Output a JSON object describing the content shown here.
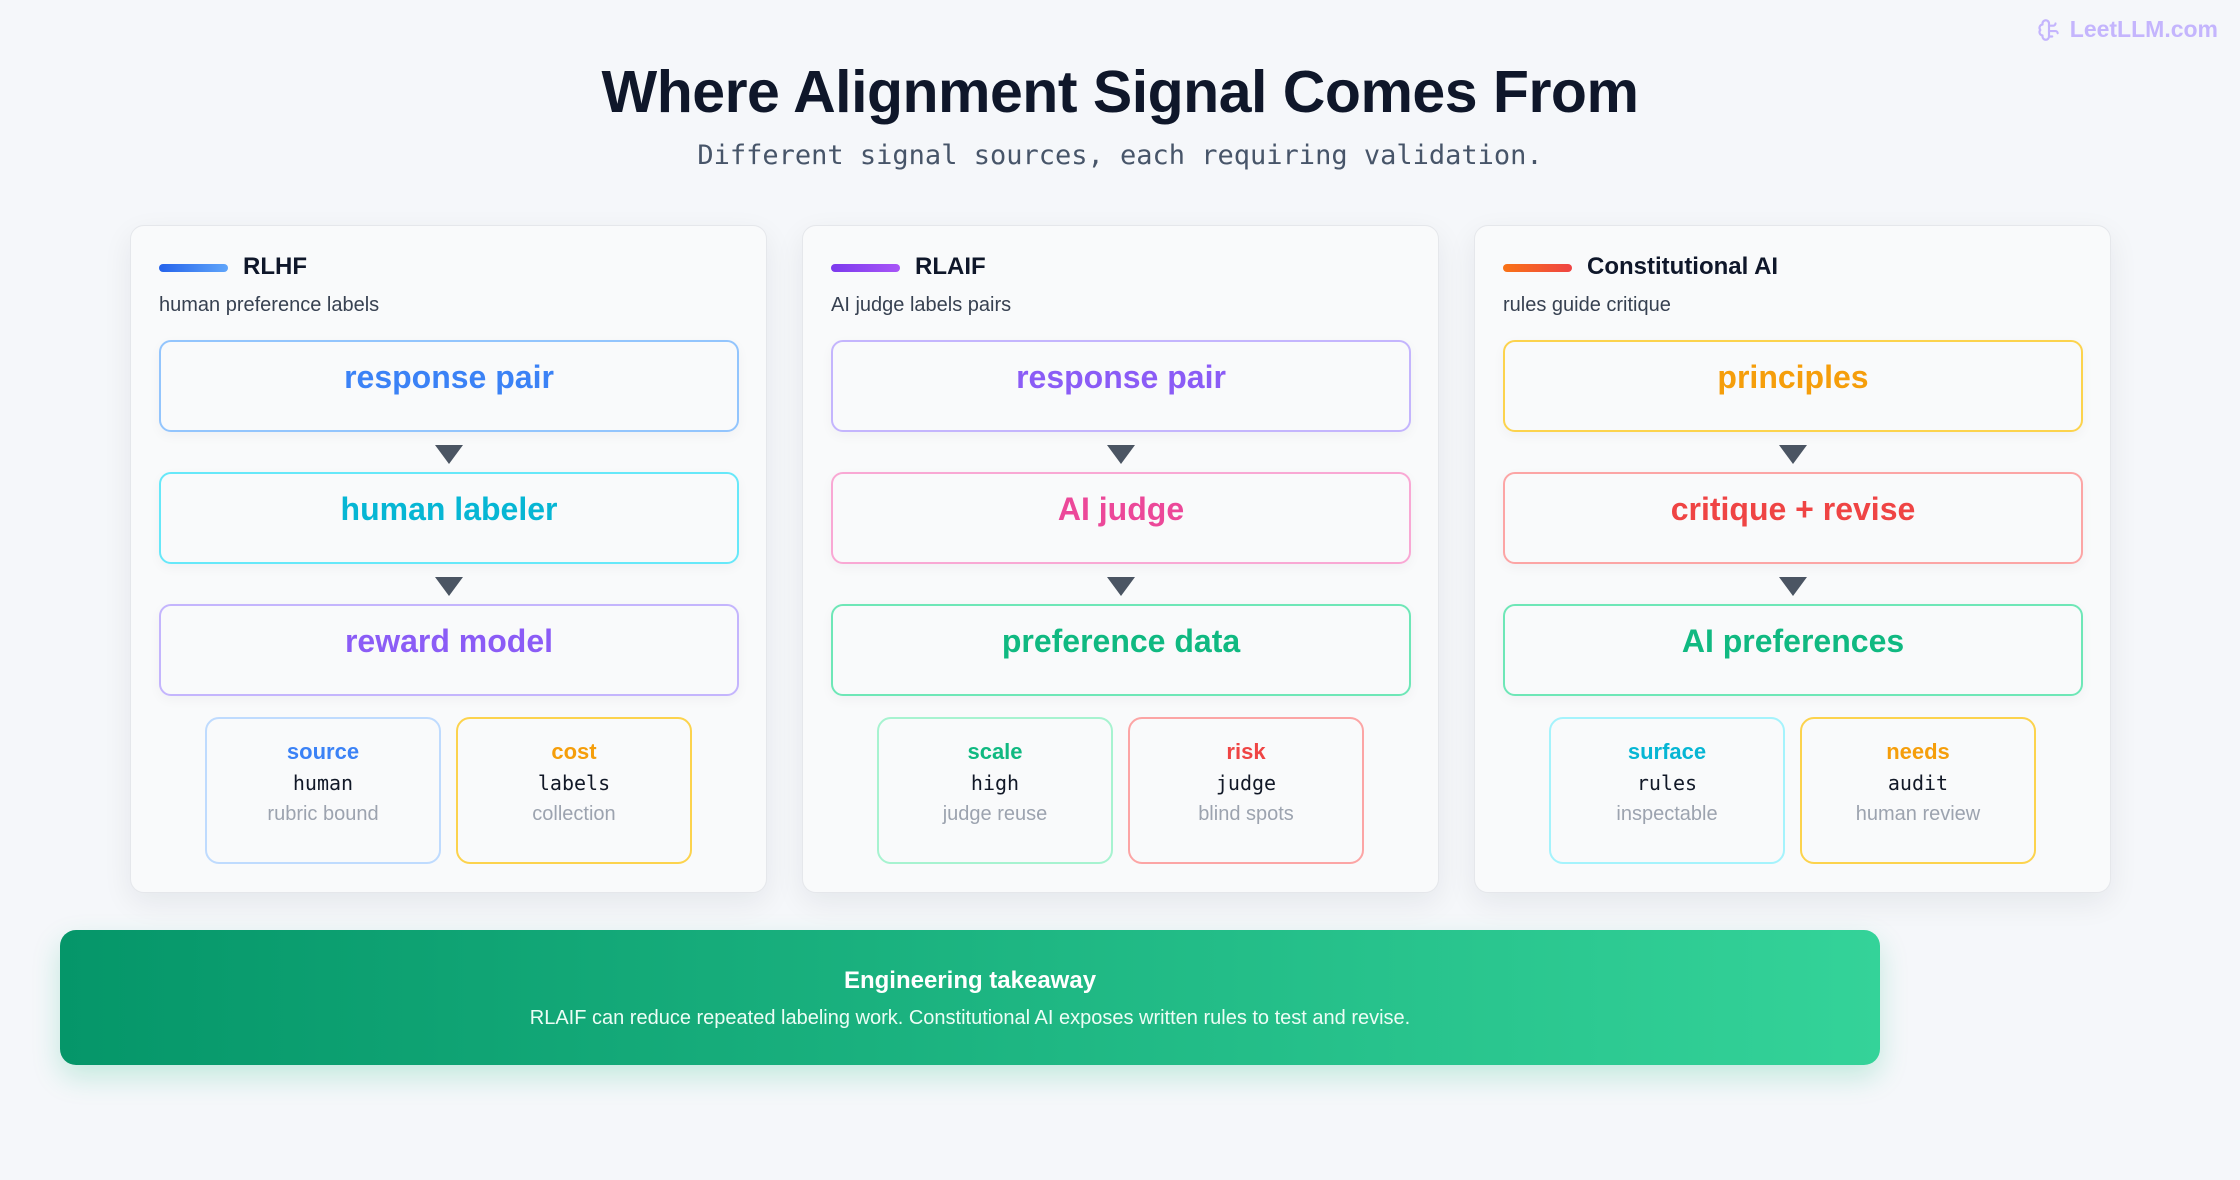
{
  "brand": {
    "text": "LeetLLM.com",
    "icon": "brain-icon",
    "color": "#c4b5fd"
  },
  "title": "Where Alignment Signal Comes From",
  "subtitle": "Different signal sources, each requiring validation.",
  "panels": [
    {
      "title": "RLHF",
      "subtitle": "human preference labels",
      "accent": [
        "#2563eb",
        "#60a5fa"
      ],
      "steps": [
        {
          "label": "response pair",
          "color": "#3b82f6",
          "border": "#93c5fd"
        },
        {
          "label": "human labeler",
          "color": "#06b6d4",
          "border": "#67e8f9"
        },
        {
          "label": "reward model",
          "color": "#8b5cf6",
          "border": "#c4b5fd"
        }
      ],
      "chips": [
        {
          "label": "source",
          "value": "human",
          "note": "rubric bound",
          "color": "#3b82f6",
          "border": "#bfdbfe"
        },
        {
          "label": "cost",
          "value": "labels",
          "note": "collection",
          "color": "#f59e0b",
          "border": "#fcd34d"
        }
      ]
    },
    {
      "title": "RLAIF",
      "subtitle": "AI judge labels pairs",
      "accent": [
        "#7c3aed",
        "#a855f7"
      ],
      "steps": [
        {
          "label": "response pair",
          "color": "#8b5cf6",
          "border": "#c4b5fd"
        },
        {
          "label": "AI judge",
          "color": "#ec4899",
          "border": "#f9a8d4"
        },
        {
          "label": "preference data",
          "color": "#10b981",
          "border": "#6ee7b7"
        }
      ],
      "chips": [
        {
          "label": "scale",
          "value": "high",
          "note": "judge reuse",
          "color": "#10b981",
          "border": "#a7f3d0"
        },
        {
          "label": "risk",
          "value": "judge",
          "note": "blind spots",
          "color": "#ef4444",
          "border": "#fca5a5"
        }
      ]
    },
    {
      "title": "Constitutional AI",
      "subtitle": "rules guide critique",
      "accent": [
        "#f97316",
        "#ef4444"
      ],
      "steps": [
        {
          "label": "principles",
          "color": "#f59e0b",
          "border": "#fcd34d"
        },
        {
          "label": "critique + revise",
          "color": "#ef4444",
          "border": "#fca5a5"
        },
        {
          "label": "AI preferences",
          "color": "#10b981",
          "border": "#6ee7b7"
        }
      ],
      "chips": [
        {
          "label": "surface",
          "value": "rules",
          "note": "inspectable",
          "color": "#06b6d4",
          "border": "#a5f3fc"
        },
        {
          "label": "needs",
          "value": "audit",
          "note": "human review",
          "color": "#f59e0b",
          "border": "#fcd34d"
        }
      ]
    }
  ],
  "takeaway": {
    "title": "Engineering takeaway",
    "text": "RLAIF can reduce repeated labeling work. Constitutional AI exposes written rules to test and revise."
  }
}
